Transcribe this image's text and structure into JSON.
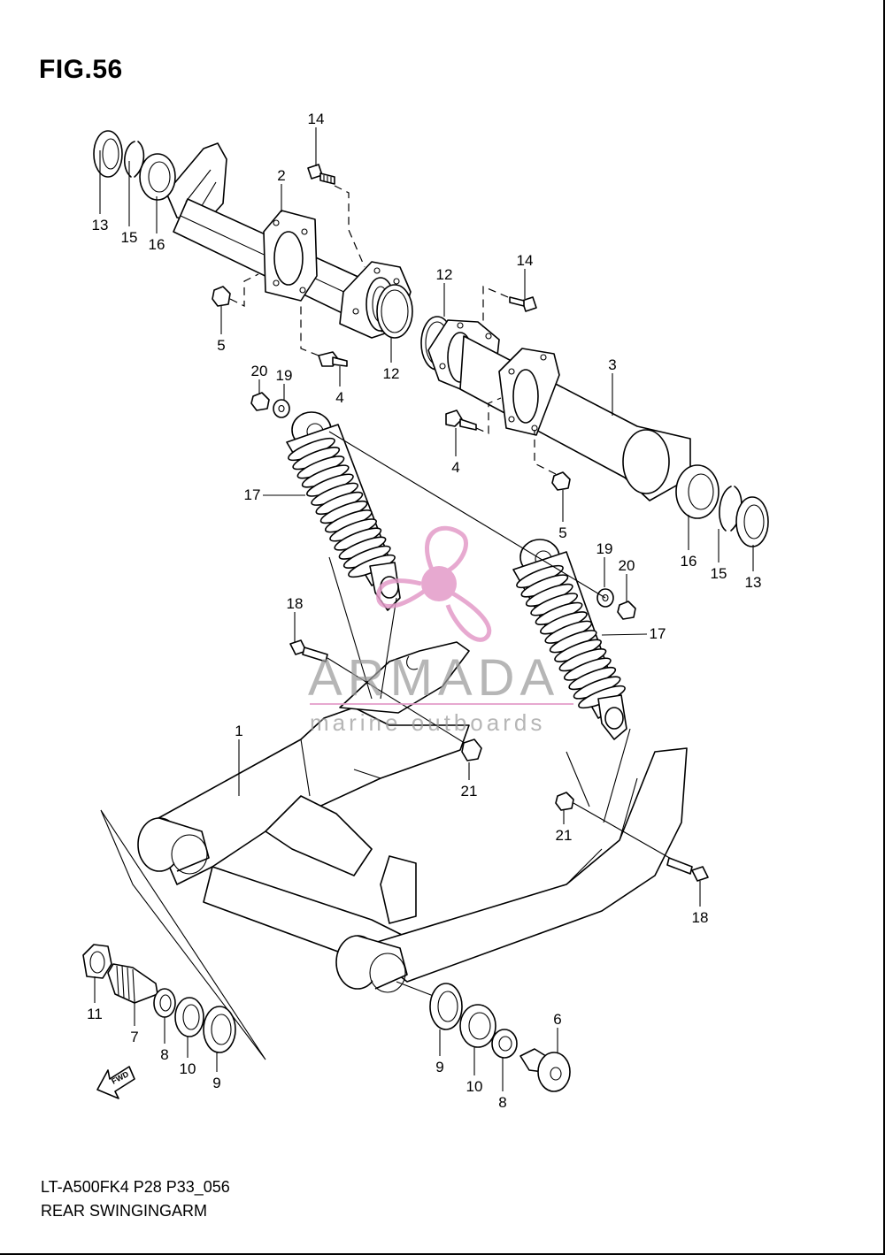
{
  "figure": {
    "title": "FIG.56",
    "model_code": "LT-A500FK4 P28 P33_056",
    "caption": "REAR SWINGINGARM"
  },
  "callouts": [
    {
      "id": "c13a",
      "label": "13"
    },
    {
      "id": "c15a",
      "label": "15"
    },
    {
      "id": "c16a",
      "label": "16"
    },
    {
      "id": "c2",
      "label": "2"
    },
    {
      "id": "c14a",
      "label": "14"
    },
    {
      "id": "c5a",
      "label": "5"
    },
    {
      "id": "c4a",
      "label": "4"
    },
    {
      "id": "c12a",
      "label": "12"
    },
    {
      "id": "c20a",
      "label": "20"
    },
    {
      "id": "c19a",
      "label": "19"
    },
    {
      "id": "c12b",
      "label": "12"
    },
    {
      "id": "c14b",
      "label": "14"
    },
    {
      "id": "c3",
      "label": "3"
    },
    {
      "id": "c4b",
      "label": "4"
    },
    {
      "id": "c5b",
      "label": "5"
    },
    {
      "id": "c16b",
      "label": "16"
    },
    {
      "id": "c15b",
      "label": "15"
    },
    {
      "id": "c13b",
      "label": "13"
    },
    {
      "id": "c17a",
      "label": "17"
    },
    {
      "id": "c19b",
      "label": "19"
    },
    {
      "id": "c20b",
      "label": "20"
    },
    {
      "id": "c17b",
      "label": "17"
    },
    {
      "id": "c18a",
      "label": "18"
    },
    {
      "id": "c1",
      "label": "1"
    },
    {
      "id": "c21a",
      "label": "21"
    },
    {
      "id": "c21b",
      "label": "21"
    },
    {
      "id": "c18b",
      "label": "18"
    },
    {
      "id": "c11",
      "label": "11"
    },
    {
      "id": "c7",
      "label": "7"
    },
    {
      "id": "c8a",
      "label": "8"
    },
    {
      "id": "c10a",
      "label": "10"
    },
    {
      "id": "c9a",
      "label": "9"
    },
    {
      "id": "c9b",
      "label": "9"
    },
    {
      "id": "c10b",
      "label": "10"
    },
    {
      "id": "c8b",
      "label": "8"
    },
    {
      "id": "c6",
      "label": "6"
    }
  ],
  "fwd_arrow": {
    "label": "FWD"
  },
  "watermark": {
    "brand": "ARMADA",
    "tagline": "marine outboards",
    "logo_icon": "propeller-icon",
    "logo_color": "#e39bc8"
  }
}
